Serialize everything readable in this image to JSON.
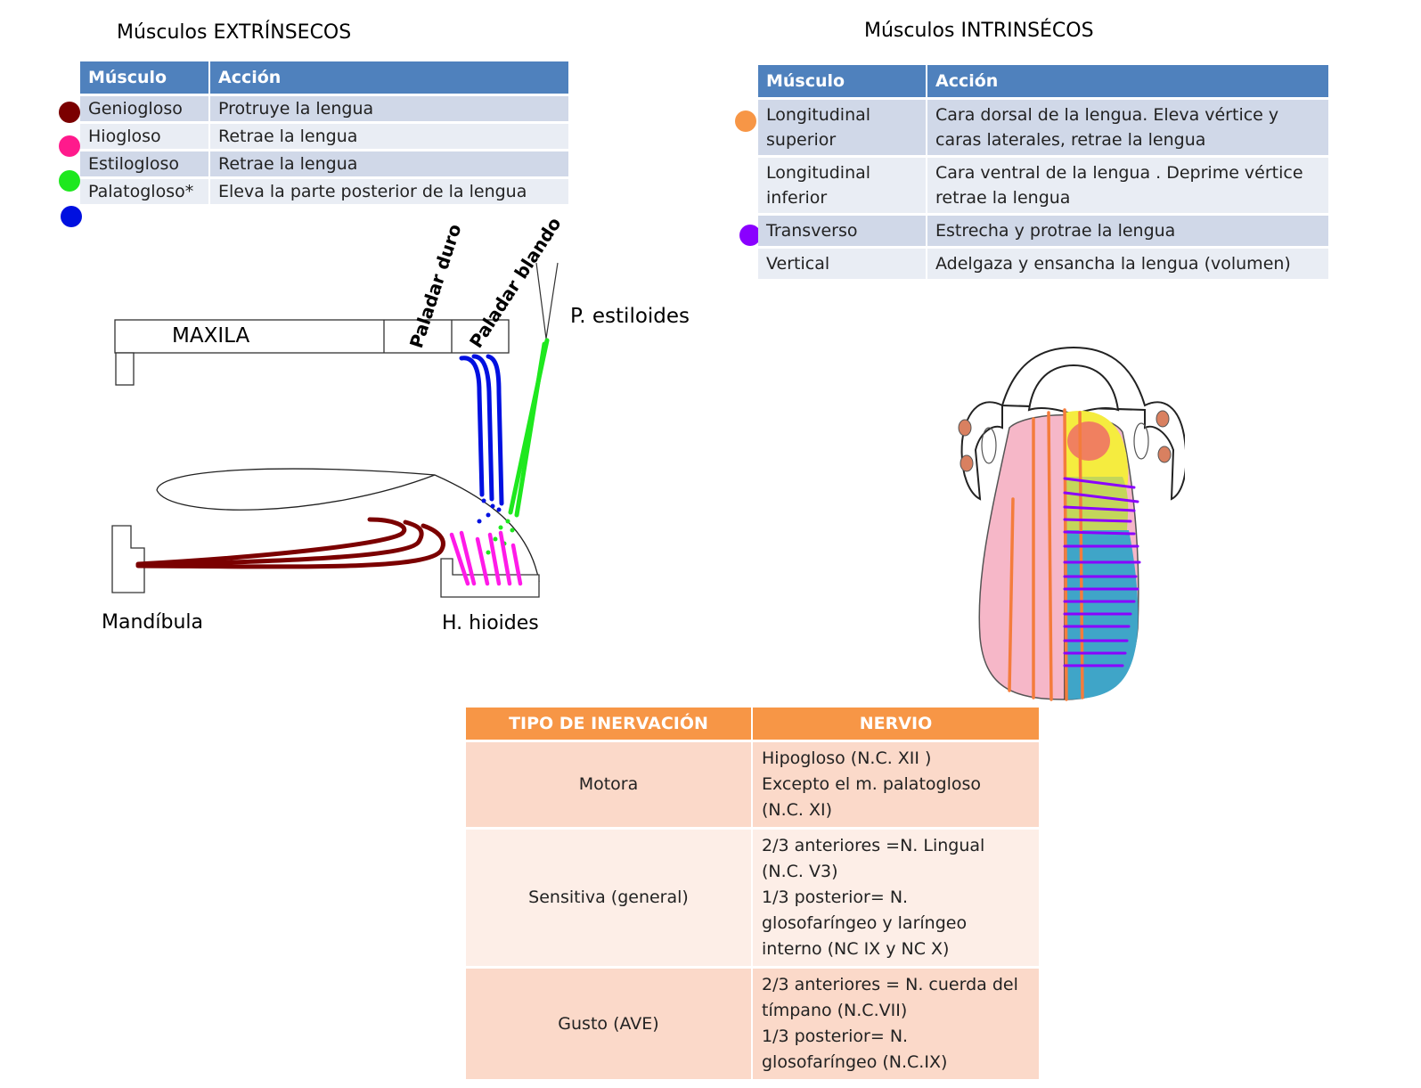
{
  "extrinsic": {
    "title": "Músculos EXTRÍNSECOS",
    "header": {
      "muscle": "Músculo",
      "action": "Acción"
    },
    "rows": [
      {
        "muscle": "Geniogloso",
        "action": "Protruye la lengua",
        "color": "#7b0000"
      },
      {
        "muscle": "Hiogloso",
        "action": "Retrae la lengua",
        "color": "#ff1a8c"
      },
      {
        "muscle": "Estilogloso",
        "action": "Retrae la lengua",
        "color": "#1ee81e"
      },
      {
        "muscle": "Palatogloso*",
        "action": "Eleva la parte posterior de la lengua",
        "color": "#0010e0"
      }
    ]
  },
  "intrinsic": {
    "title": "Músculos INTRINSÉCOS",
    "header": {
      "muscle": "Músculo",
      "action": "Acción"
    },
    "rows": [
      {
        "muscle": [
          "Longitudinal",
          "superior"
        ],
        "action": [
          "Cara dorsal de la lengua. Eleva vértice y",
          "caras laterales, retrae la lengua"
        ],
        "color": "#f79646"
      },
      {
        "muscle": [
          "Longitudinal",
          "inferior"
        ],
        "action": [
          "Cara ventral de la lengua . Deprime vértice",
          "retrae la lengua"
        ]
      },
      {
        "muscle": [
          "Transverso"
        ],
        "action": [
          "Estrecha y protrae la lengua"
        ],
        "color": "#8a00ff"
      },
      {
        "muscle": [
          "Vertical"
        ],
        "action": [
          "Adelgaza y ensancha la lengua (volumen)"
        ]
      }
    ]
  },
  "diagram": {
    "maxila": "MAXILA",
    "paladar_duro": "Paladar duro",
    "paladar_blando": "Paladar blando",
    "estiloides": "P. estiloides",
    "mandibula": "Mandíbula",
    "hioides": "H. hioides"
  },
  "innervation": {
    "header": {
      "tipo": "TIPO DE INERVACIÓN",
      "nervio": "NERVIO"
    },
    "rows": [
      {
        "tipo": "Motora",
        "nervio": [
          "Hipogloso (N.C. XII )",
          "Excepto el m. palatogloso",
          "(N.C. XI)"
        ]
      },
      {
        "tipo": "Sensitiva (general)",
        "nervio": [
          "2/3 anteriores =N. Lingual",
          "(N.C. V3)",
          "1/3 posterior= N.",
          "glosofaríngeo y laríngeo",
          "interno (NC IX  y NC X)"
        ]
      },
      {
        "tipo": "Gusto (AVE)",
        "nervio": [
          "2/3 anteriores = N. cuerda del",
          "tímpano (N.C.VII)",
          "1/3 posterior=  N.",
          "glosofaríngeo (N.C.IX)"
        ]
      }
    ]
  }
}
